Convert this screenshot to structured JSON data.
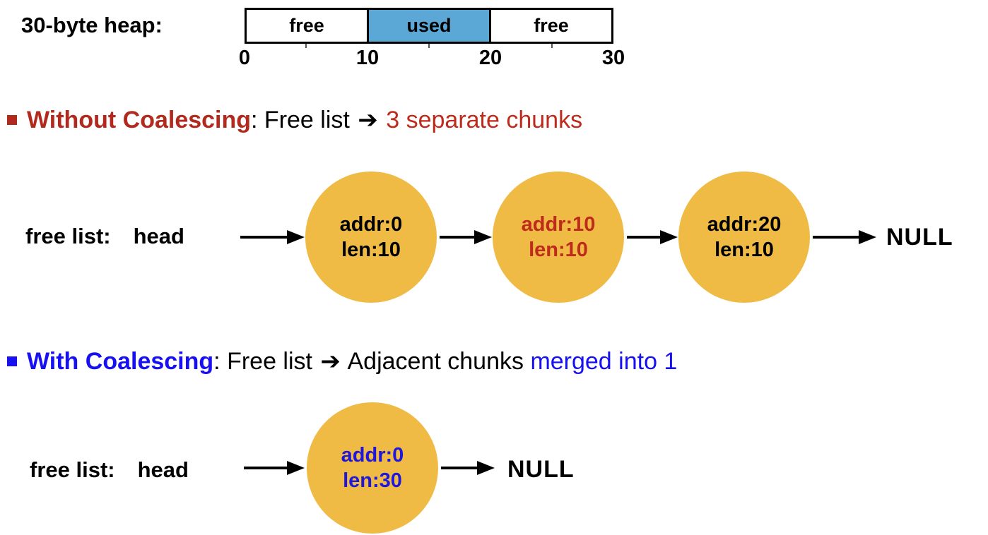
{
  "colors": {
    "used_fill": "#5BA7D5",
    "node_fill": "#F0BB45",
    "red_bold": "#B22A1D",
    "red_accent": "#BE2A1B",
    "blue_bold": "#1610F2",
    "blue_accent": "#2017DC"
  },
  "heap": {
    "label": "30-byte heap:",
    "segments": [
      {
        "label": "free"
      },
      {
        "label": "used"
      },
      {
        "label": "free"
      }
    ],
    "ticks": [
      "0",
      "10",
      "20",
      "30"
    ]
  },
  "without": {
    "heading": {
      "title": "Without Coalescing",
      "mid": ": Free list ",
      "arrow": "➔",
      "tail_plain": " ",
      "tail_accent": "3 separate chunks"
    },
    "list_label": "free list:",
    "head_label": "head",
    "nodes": [
      {
        "line1": "addr:0",
        "line2": "len:10"
      },
      {
        "line1": "addr:10",
        "line2": "len:10"
      },
      {
        "line1": "addr:20",
        "line2": "len:10"
      }
    ],
    "terminator": "NULL"
  },
  "with_coalescing": {
    "heading": {
      "title": "With Coalescing",
      "mid": ": Free list ",
      "arrow": "➔",
      "tail_plain": " Adjacent chunks ",
      "tail_accent": "merged into 1"
    },
    "list_label": "free list:",
    "head_label": "head",
    "nodes": [
      {
        "line1": "addr:0",
        "line2": "len:30"
      }
    ],
    "terminator": "NULL"
  }
}
